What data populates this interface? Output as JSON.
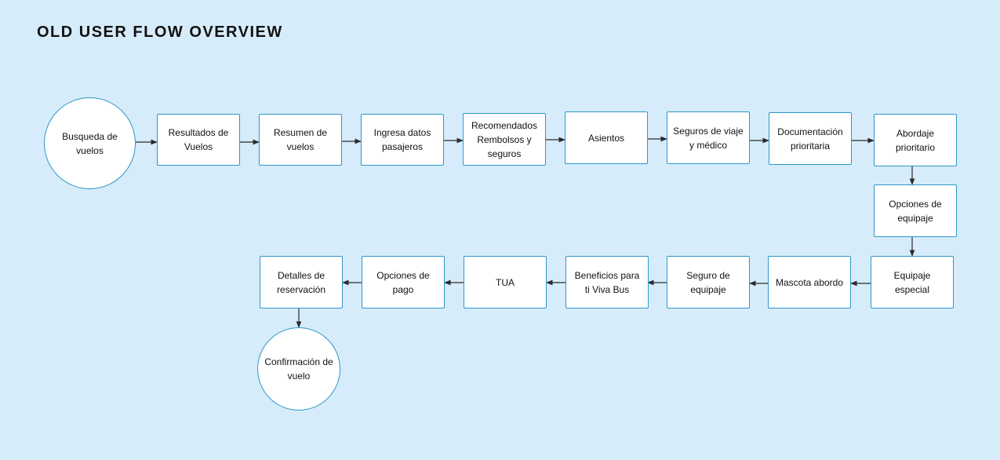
{
  "page": {
    "title": "OLD USER FLOW OVERVIEW"
  },
  "colors": {
    "background": "#d6ecfb",
    "node_border": "#2d97c9",
    "arrow": "#2b2b2b"
  },
  "nodes": {
    "busqueda": "Busqueda de vuelos",
    "resultados": "Resultados de Vuelos",
    "resumen": "Resumen de vuelos",
    "ingresa": "Ingresa datos pasajeros",
    "recomendados": "Recomendados Rembolsos y seguros",
    "asientos": "Asientos",
    "seguros_viaje": "Seguros de viaje y médico",
    "documentacion": "Documentación prioritaria",
    "abordaje": "Abordaje prioritario",
    "opciones_equipaje": "Opciones de equipaje",
    "equipaje_especial": "Equipaje especial",
    "mascota": "Mascota abordo",
    "seguro_equipaje": "Seguro de equipaje",
    "beneficios": "Beneficios para ti Viva Bus",
    "tua": "TUA",
    "opciones_pago": "Opciones de pago",
    "detalles": "Detalles de reservación",
    "confirmacion": "Confirmación de vuelo"
  }
}
